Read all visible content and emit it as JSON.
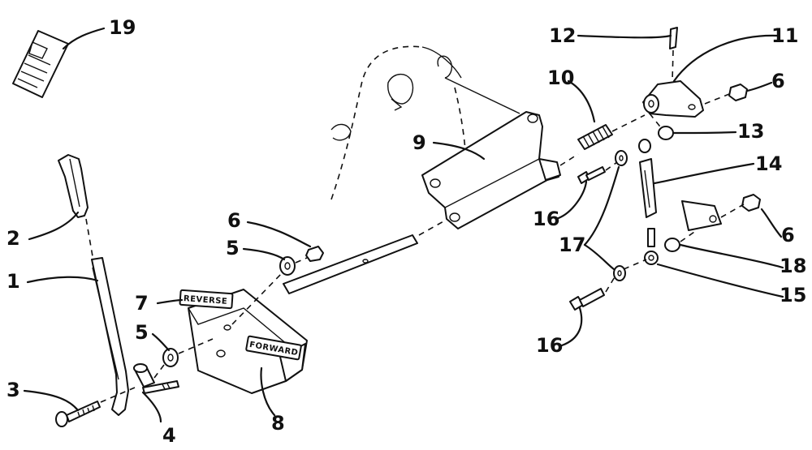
{
  "diagram": {
    "callouts": [
      {
        "id": "1",
        "text": "1"
      },
      {
        "id": "2",
        "text": "2"
      },
      {
        "id": "3",
        "text": "3"
      },
      {
        "id": "4",
        "text": "4"
      },
      {
        "id": "5a",
        "text": "5"
      },
      {
        "id": "5b",
        "text": "5"
      },
      {
        "id": "6a",
        "text": "6"
      },
      {
        "id": "6b",
        "text": "6"
      },
      {
        "id": "6c",
        "text": "6"
      },
      {
        "id": "7",
        "text": "7"
      },
      {
        "id": "8",
        "text": "8"
      },
      {
        "id": "9",
        "text": "9"
      },
      {
        "id": "10",
        "text": "10"
      },
      {
        "id": "11",
        "text": "11"
      },
      {
        "id": "12",
        "text": "12"
      },
      {
        "id": "13",
        "text": "13"
      },
      {
        "id": "14",
        "text": "14"
      },
      {
        "id": "15",
        "text": "15"
      },
      {
        "id": "16a",
        "text": "16"
      },
      {
        "id": "16b",
        "text": "16"
      },
      {
        "id": "17",
        "text": "17"
      },
      {
        "id": "18",
        "text": "18"
      },
      {
        "id": "19",
        "text": "19"
      }
    ],
    "plates": {
      "reverse": "REVERSE",
      "forward": "FORWARD"
    }
  }
}
